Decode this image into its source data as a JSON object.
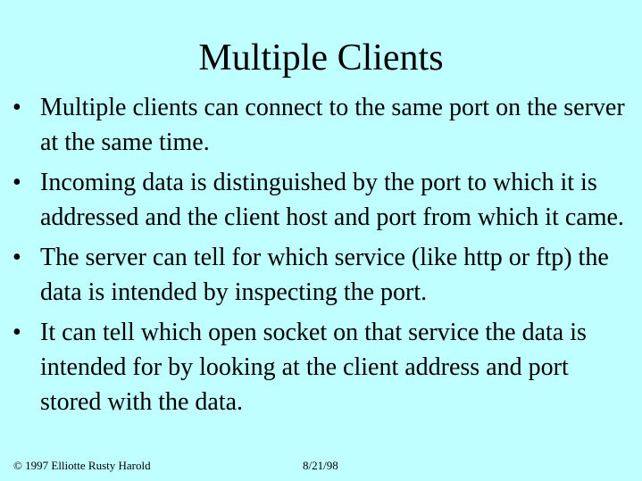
{
  "slide": {
    "title": "Multiple Clients",
    "bullet_marker": "•",
    "bullets": [
      "Multiple clients can connect to the same port on the server at the same time.",
      "Incoming data is distinguished by the port to which it is addressed and the client host and port from which it came.",
      "The server can tell for which service (like http or ftp) the data is intended by inspecting the port.",
      "It can tell which open socket on that service the data is intended for by looking at the client address and port stored with the data."
    ],
    "footer": {
      "copyright": "© 1997 Elliotte Rusty Harold",
      "date": "8/21/98"
    }
  },
  "colors": {
    "background": "#c0ffff",
    "text": "#000000"
  }
}
